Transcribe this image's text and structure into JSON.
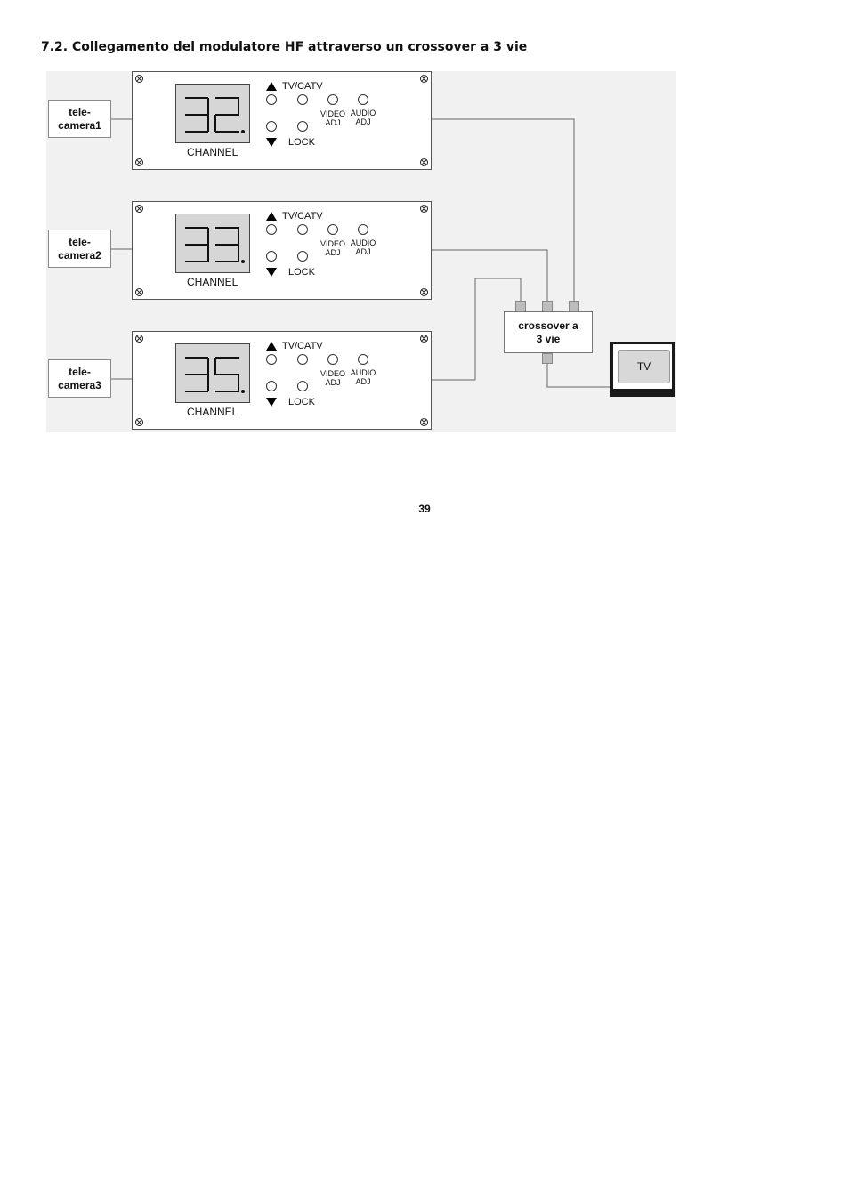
{
  "heading": "7.2. Collegamento del modulatore HF attraverso un crossover a 3 vie",
  "cameras": [
    {
      "line1": "tele-",
      "line2": "camera1"
    },
    {
      "line1": "tele-",
      "line2": "camera2"
    },
    {
      "line1": "tele-",
      "line2": "camera3"
    }
  ],
  "modulators": [
    {
      "channel_digits": "32",
      "channel_label": "CHANNEL",
      "tvcatv": "TV/CATV",
      "lock": "LOCK",
      "video_adj": [
        "VIDEO",
        "ADJ"
      ],
      "audio_adj": [
        "AUDIO",
        "ADJ"
      ]
    },
    {
      "channel_digits": "33",
      "channel_label": "CHANNEL",
      "tvcatv": "TV/CATV",
      "lock": "LOCK",
      "video_adj": [
        "VIDEO",
        "ADJ"
      ],
      "audio_adj": [
        "AUDIO",
        "ADJ"
      ]
    },
    {
      "channel_digits": "35",
      "channel_label": "CHANNEL",
      "tvcatv": "TV/CATV",
      "lock": "LOCK",
      "video_adj": [
        "VIDEO",
        "ADJ"
      ],
      "audio_adj": [
        "AUDIO",
        "ADJ"
      ]
    }
  ],
  "crossover": {
    "line1": "crossover a",
    "line2": "3 vie"
  },
  "tv": {
    "label": "TV"
  },
  "page_number": "39"
}
